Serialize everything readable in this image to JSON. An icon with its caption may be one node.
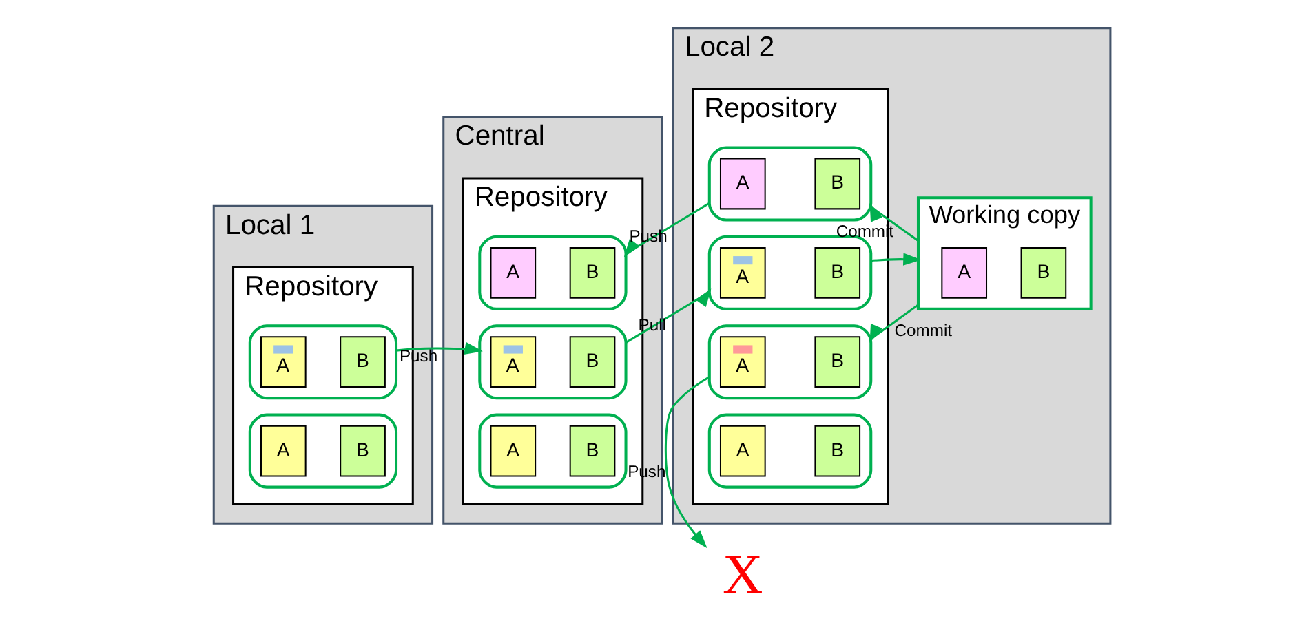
{
  "diagram": {
    "nodes": [
      {
        "text": [
          "Local 1"
        ]
      },
      {
        "text": [
          "Repository"
        ],
        "in": 0
      },
      {
        "text": [],
        "shape": "box",
        "in": 1
      },
      {
        "text": [
          "A"
        ],
        "in": 2
      },
      {
        "text": [
          "B"
        ],
        "in": 2
      },
      {
        "text": [],
        "shape": "box",
        "in": 1
      },
      {
        "text": [
          "A"
        ],
        "in": 5
      },
      {
        "text": [
          "B"
        ],
        "in": 5
      },
      {
        "text": [
          "Central"
        ]
      },
      {
        "text": [
          "Repository"
        ],
        "in": 8
      },
      {
        "text": [],
        "shape": "box",
        "in": 9
      },
      {
        "text": [
          "A"
        ],
        "in": 10
      },
      {
        "text": [
          "B"
        ],
        "in": 10
      },
      {
        "text": [],
        "shape": "box",
        "in": 9
      },
      {
        "text": [
          "A"
        ],
        "in": 13
      },
      {
        "text": [
          "B"
        ],
        "in": 13
      },
      {
        "text": [],
        "shape": "box",
        "in": 9
      },
      {
        "text": [
          "A"
        ],
        "in": 16
      },
      {
        "text": [
          "B"
        ],
        "in": 16
      },
      {
        "text": [
          "Local 2"
        ]
      },
      {
        "text": [
          "Repository"
        ],
        "in": 19
      },
      {
        "text": [],
        "shape": "box",
        "in": 20
      },
      {
        "text": [
          "A"
        ],
        "in": 21
      },
      {
        "text": [
          "B"
        ],
        "in": 21
      },
      {
        "text": [],
        "shape": "box",
        "in": 20
      },
      {
        "text": [
          "A"
        ],
        "in": 24
      },
      {
        "text": [
          "B"
        ],
        "in": 24
      },
      {
        "text": [],
        "shape": "box",
        "in": 20
      },
      {
        "text": [
          "A"
        ],
        "in": 27
      },
      {
        "text": [
          "B"
        ],
        "in": 27
      },
      {
        "text": [],
        "shape": "box",
        "in": 20
      },
      {
        "text": [
          "A"
        ],
        "in": 30
      },
      {
        "text": [
          "B"
        ],
        "in": 30
      },
      {
        "text": [
          "Working copy"
        ],
        "in": 19
      },
      {
        "text": [
          "A"
        ],
        "in": 33
      },
      {
        "text": [
          "B"
        ],
        "in": 33
      },
      {
        "text": [
          "X"
        ]
      }
    ],
    "edges": [
      {
        "from": 2,
        "to": 13,
        "arrow": "to",
        "label": "Push"
      },
      {
        "from": 13,
        "to": 24,
        "arrow": "to",
        "label": "Pull"
      },
      {
        "from": 21,
        "to": 10,
        "arrow": "to",
        "label": "Push"
      },
      {
        "from": 27,
        "to": 36,
        "arrow": "to",
        "label": "Push"
      },
      {
        "from": 33,
        "to": 21,
        "arrow": "to",
        "label": "Commit"
      },
      {
        "from": 24,
        "to": 33,
        "arrow": "to"
      },
      {
        "from": 33,
        "to": 27,
        "arrow": "to",
        "label": "Commit"
      }
    ]
  }
}
